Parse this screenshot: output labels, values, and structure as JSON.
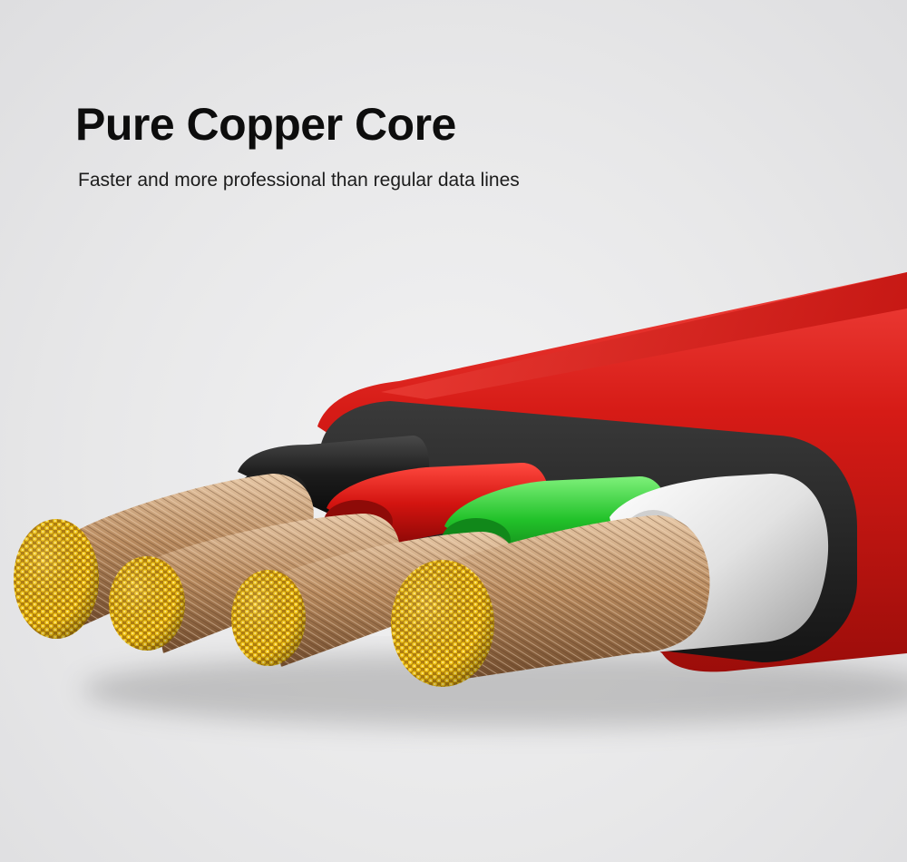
{
  "hero": {
    "title": "Pure Copper Core",
    "subtitle": "Faster and more professional than regular data lines"
  },
  "illustration": {
    "subject": "flat cable cross-section",
    "jacket_color": "#d81a16",
    "jacket_inner_color": "#262626",
    "wire_insulation_colors": [
      "#1f1f1f",
      "#d11414",
      "#22c22a",
      "#dcdcdc"
    ],
    "copper_color": "#b88a5e",
    "strand_tip_color": "#f3c515"
  }
}
